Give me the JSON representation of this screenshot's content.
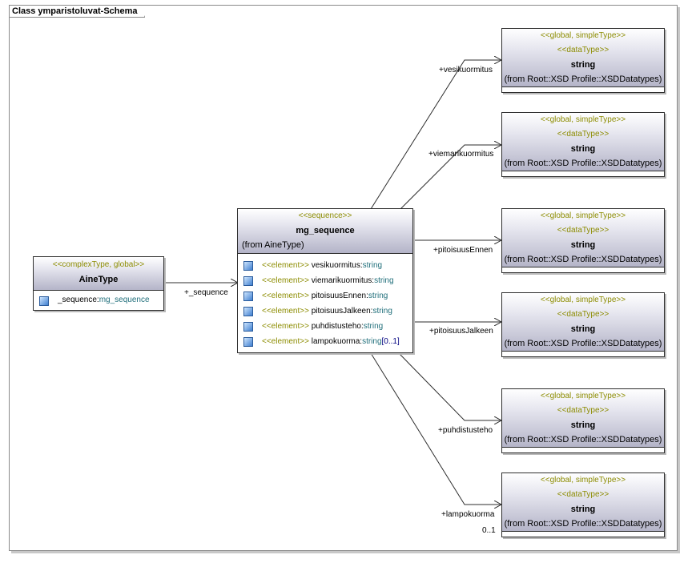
{
  "diagram_title": "Class ymparistoluvat-Schema",
  "colors": {
    "stereotype": "#8c8c00",
    "type": "#1f6e7a",
    "multiplicity": "#000080",
    "header_gradient_end": "#b4b4c8"
  },
  "icons": {
    "attribute": "element-attribute-icon"
  },
  "aine_type": {
    "stereotype": "<<complexType, global>>",
    "name": "AineType",
    "attribute": {
      "name": "_sequence:",
      "type": "mg_sequence"
    }
  },
  "mg_sequence": {
    "stereotype": "<<sequence>>",
    "name": "mg_sequence",
    "from": "(from AineType)",
    "elements": [
      {
        "kw": "<<element>>",
        "name": "vesikuormitus:",
        "type": "string",
        "mult": ""
      },
      {
        "kw": "<<element>>",
        "name": "viemarikuormitus:",
        "type": "string",
        "mult": ""
      },
      {
        "kw": "<<element>>",
        "name": "pitoisuusEnnen:",
        "type": "string",
        "mult": ""
      },
      {
        "kw": "<<element>>",
        "name": "pitoisuusJalkeen:",
        "type": "string",
        "mult": ""
      },
      {
        "kw": "<<element>>",
        "name": "puhdistusteho:",
        "type": "string",
        "mult": ""
      },
      {
        "kw": "<<element>>",
        "name": "lampokuorma:",
        "type": "string",
        "mult": "[0..1]"
      }
    ]
  },
  "datatypes": [
    {
      "stereotype1": "<<global, simpleType>>",
      "stereotype2": "<<dataType>>",
      "name": "string",
      "from": "(from Root::XSD Profile::XSDDatatypes)"
    },
    {
      "stereotype1": "<<global, simpleType>>",
      "stereotype2": "<<dataType>>",
      "name": "string",
      "from": "(from Root::XSD Profile::XSDDatatypes)"
    },
    {
      "stereotype1": "<<global, simpleType>>",
      "stereotype2": "<<dataType>>",
      "name": "string",
      "from": "(from Root::XSD Profile::XSDDatatypes)"
    },
    {
      "stereotype1": "<<global, simpleType>>",
      "stereotype2": "<<dataType>>",
      "name": "string",
      "from": "(from Root::XSD Profile::XSDDatatypes)"
    },
    {
      "stereotype1": "<<global, simpleType>>",
      "stereotype2": "<<dataType>>",
      "name": "string",
      "from": "(from Root::XSD Profile::XSDDatatypes)"
    },
    {
      "stereotype1": "<<global, simpleType>>",
      "stereotype2": "<<dataType>>",
      "name": "string",
      "from": "(from Root::XSD Profile::XSDDatatypes)"
    }
  ],
  "associations": {
    "sequence": "+_sequence",
    "vesikuormitus": "+vesikuormitus",
    "viemarikuormitus": "+viemarikuormitus",
    "pitoisuusEnnen": "+pitoisuusEnnen",
    "pitoisuusJalkeen": "+pitoisuusJalkeen",
    "puhdistusteho": "+puhdistusteho",
    "lampokuorma": "+lampokuorma",
    "lampokuorma_mult": "0..1"
  }
}
